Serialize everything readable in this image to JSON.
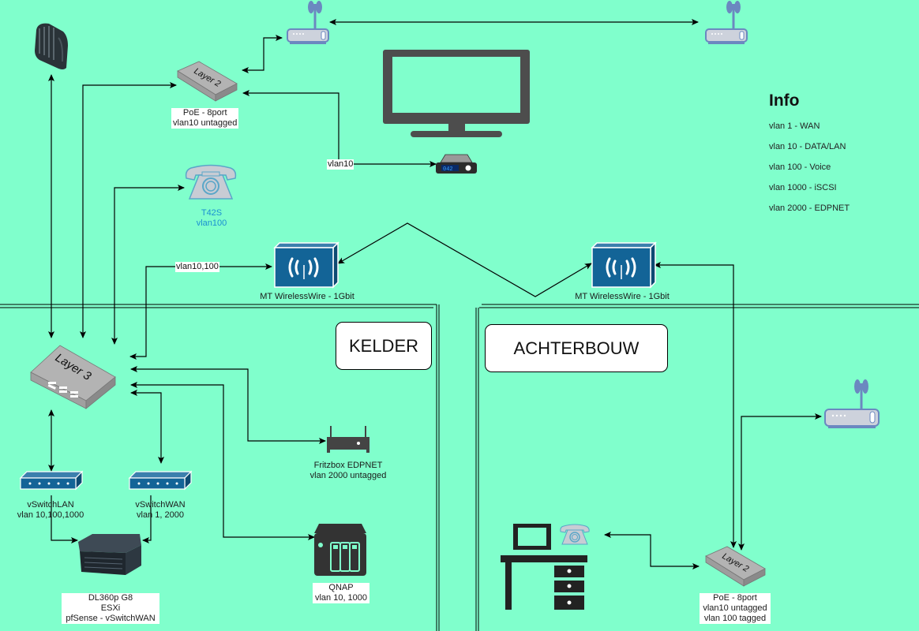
{
  "diagram": {
    "title": "Home network VLAN diagram",
    "background_color": "#80FFCC",
    "rooms": [
      {
        "id": "kelder",
        "label": "KELDER"
      },
      {
        "id": "achterbouw",
        "label": "ACHTERBOUW"
      }
    ],
    "info": {
      "title": "Info",
      "vlans": [
        "vlan 1 - WAN",
        "vlan 10 - DATA/LAN",
        "vlan 100 - Voice",
        "vlan 1000 - iSCSI",
        "vlan 2000 - EDPNET"
      ]
    },
    "nodes": {
      "modem": {
        "icon": "cable-modem-icon",
        "label": ""
      },
      "ap_top_left": {
        "icon": "wireless-ap-icon",
        "label": ""
      },
      "ap_top_right": {
        "icon": "wireless-ap-icon",
        "label": ""
      },
      "ap_right": {
        "icon": "wireless-ap-icon",
        "label": ""
      },
      "switch_l2_top": {
        "icon": "layer2-switch-icon",
        "device_text": "Layer 2",
        "label_lines": [
          "PoE - 8port",
          "vlan10 untagged"
        ]
      },
      "tv": {
        "icon": "tv-monitor-icon",
        "label": ""
      },
      "settop_box": {
        "icon": "set-top-box-icon",
        "display": "042",
        "label": ""
      },
      "phone_t42s": {
        "icon": "telephone-icon",
        "label_lines": [
          "T42S",
          "vlan100"
        ]
      },
      "wirelesswire_left": {
        "icon": "wireless-bridge-icon",
        "label": "MT WirelessWire - 1Gbit"
      },
      "wirelesswire_right": {
        "icon": "wireless-bridge-icon",
        "label": "MT WirelessWire - 1Gbit"
      },
      "switch_l3": {
        "icon": "layer3-switch-icon",
        "device_text": "Layer 3",
        "label": ""
      },
      "fritzbox": {
        "icon": "router-icon",
        "label_lines": [
          "Fritzbox EDPNET",
          "vlan 2000 untagged"
        ]
      },
      "vswitch_lan": {
        "icon": "vswitch-icon",
        "label_lines": [
          "vSwitchLAN",
          "vlan 10,100,1000"
        ]
      },
      "vswitch_wan": {
        "icon": "vswitch-icon",
        "label_lines": [
          "vSwitchWAN",
          "vlan 1, 2000"
        ]
      },
      "server": {
        "icon": "server-icon",
        "label_lines": [
          "DL360p G8",
          "ESXi",
          "pfSense - vSwitchWAN"
        ]
      },
      "qnap": {
        "icon": "nas-icon",
        "label_lines": [
          "QNAP",
          "vlan 10, 1000"
        ]
      },
      "desk": {
        "icon": "desk-workstation-icon",
        "label": ""
      },
      "phone_desk": {
        "icon": "telephone-icon",
        "label": ""
      },
      "switch_l2_bottom": {
        "icon": "layer2-switch-icon",
        "device_text": "Layer 2",
        "label_lines": [
          "PoE - 8port",
          "vlan10 untagged",
          "vlan 100 tagged"
        ]
      }
    },
    "edge_labels": {
      "vlan10": "vlan10",
      "vlan10_100": "vlan10,100"
    }
  }
}
